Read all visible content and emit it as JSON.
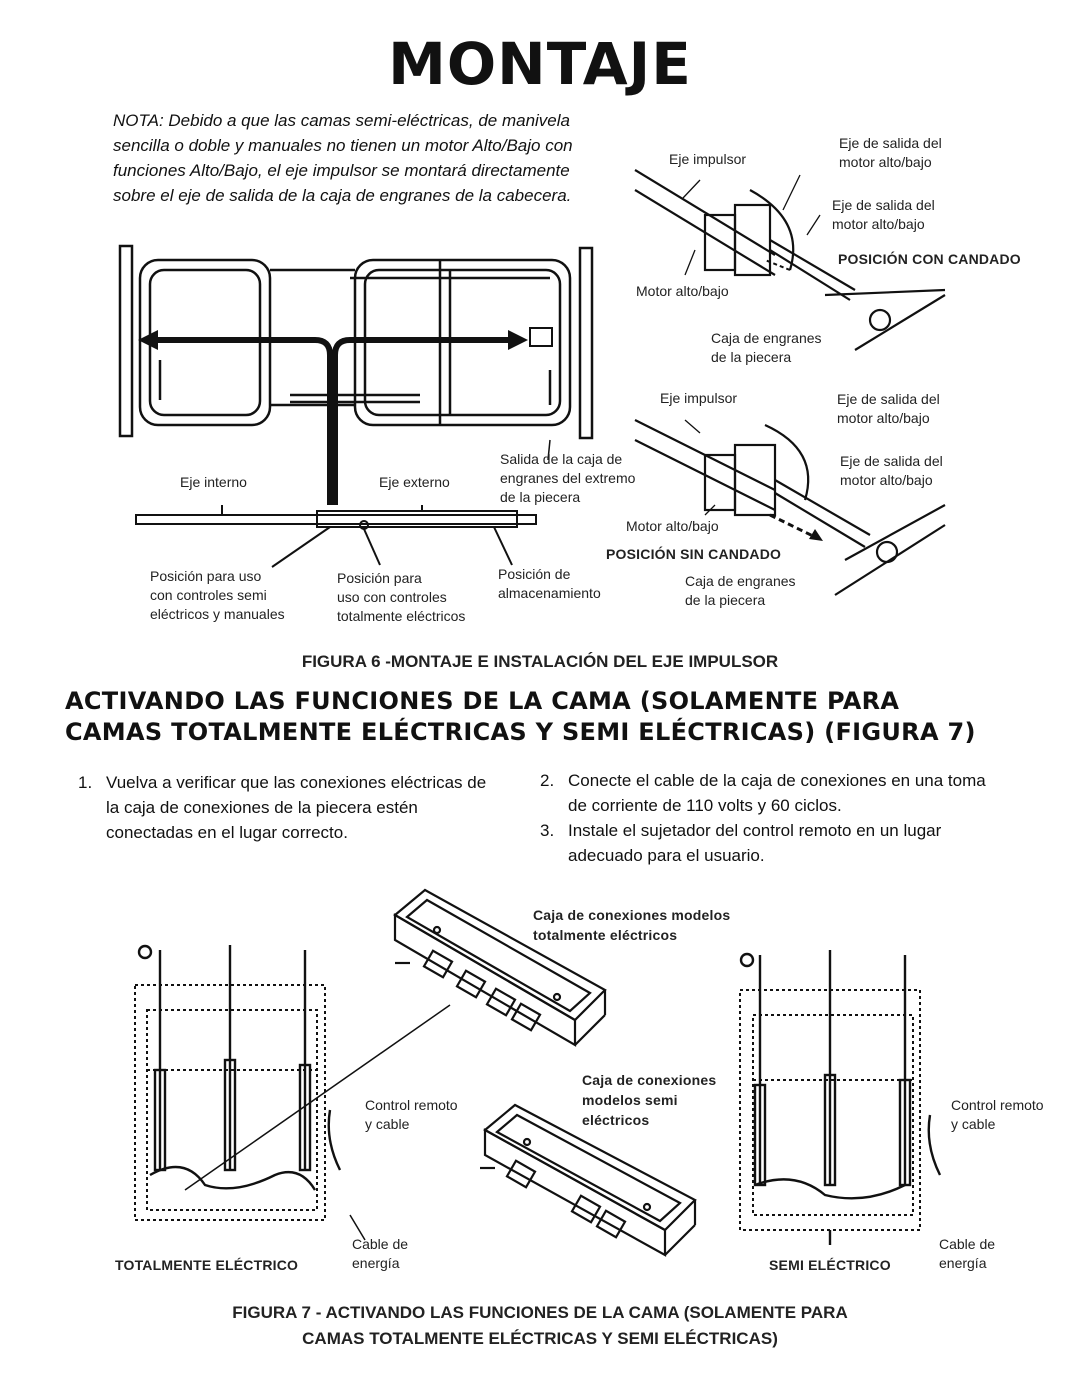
{
  "title": "MONTAJE",
  "nota": "NOTA: Debido a que las camas semi-eléctricas, de manivela sencilla o doble y manuales no tienen un motor Alto/Bajo con funciones Alto/Bajo, el eje impulsor se montará directamente sobre el eje de salida de la caja de engranes de la cabecera.",
  "figure6": {
    "labels": {
      "eje_interno": "Eje interno",
      "eje_externo": "Eje externo",
      "salida_caja": "Salida de la caja de\nengranes del extremo\nde la piecera",
      "pos_semi": "Posición para uso\ncon controles semi\neléctricos y manuales",
      "pos_total": "Posición para\nuso con controles\ntotalmente eléctricos",
      "pos_almac": "Posición de\nalmacenamiento",
      "eje_impulsor_1": "Eje impulsor",
      "eje_salida_1a": "Eje de salida del\nmotor alto/bajo",
      "eje_salida_1b": "Eje de salida del\nmotor alto/bajo",
      "pos_con_candado": "POSICIÓN CON CANDADO",
      "motor_1": "Motor alto/bajo",
      "caja_pie_1": "Caja de engranes\nde la piecera",
      "eje_impulsor_2": "Eje impulsor",
      "eje_salida_2a": "Eje de salida del\nmotor alto/bajo",
      "eje_salida_2b": "Eje de salida del\nmotor alto/bajo",
      "motor_2": "Motor alto/bajo",
      "pos_sin_candado": "POSICIÓN SIN CANDADO",
      "caja_pie_2": "Caja de engranes\nde la piecera"
    },
    "caption": "FIGURA 6 -MONTAJE E INSTALACIÓN DEL EJE IMPULSOR"
  },
  "section": {
    "heading_line1": "ACTIVANDO LAS FUNCIONES DE LA CAMA (SOLAMENTE PARA",
    "heading_line2": "CAMAS TOTALMENTE ELÉCTRICAS Y SEMI ELÉCTRICAS) (FIGURA 7)",
    "steps": [
      {
        "num": "1.",
        "text": "Vuelva a verificar que las conexiones eléctricas de la caja de conexiones de la piecera estén conectadas en el lugar correcto."
      },
      {
        "num": "2.",
        "text": "Conecte el cable de la caja de conexiones en una toma de corriente de 110 volts y 60 ciclos."
      },
      {
        "num": "3.",
        "text": "Instale el sujetador del control remoto en un lugar adecuado para el usuario."
      }
    ]
  },
  "figure7": {
    "labels": {
      "caja_total": "Caja de conexiones modelos\ntotalmente eléctricos",
      "caja_semi": "Caja de conexiones\nmodelos semi\neléctricos",
      "control_1": "Control remoto\ny cable",
      "control_2": "Control remoto\ny cable",
      "cable_1": "Cable de\nenergía",
      "cable_2": "Cable de\nenergía",
      "totalmente": "TOTALMENTE ELÉCTRICO",
      "semi": "SEMI ELÉCTRICO"
    },
    "caption_line1": "FIGURA 7 - ACTIVANDO LAS FUNCIONES DE LA CAMA (SOLAMENTE PARA",
    "caption_line2": "CAMAS TOTALMENTE ELÉCTRICAS Y SEMI ELÉCTRICAS)"
  }
}
